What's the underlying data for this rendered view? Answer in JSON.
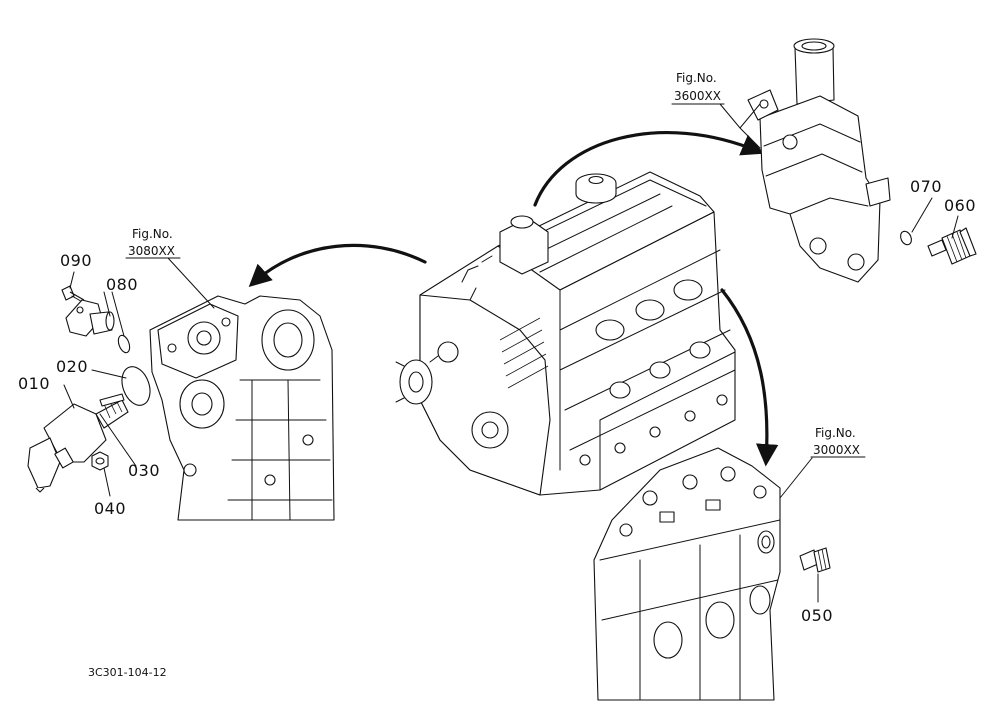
{
  "callouts": {
    "p010": "010",
    "p020": "020",
    "p030": "030",
    "p040": "040",
    "p050": "050",
    "p060": "060",
    "p070": "070",
    "p080": "080",
    "p090": "090"
  },
  "figure_refs": {
    "thermostat": {
      "label": "Fig.No.",
      "number": "3600XX"
    },
    "gear_case": {
      "label": "Fig.No.",
      "number": "3080XX"
    },
    "crankcase": {
      "label": "Fig.No.",
      "number": "3000XX"
    }
  },
  "drawing_code": "3C301-104-12"
}
